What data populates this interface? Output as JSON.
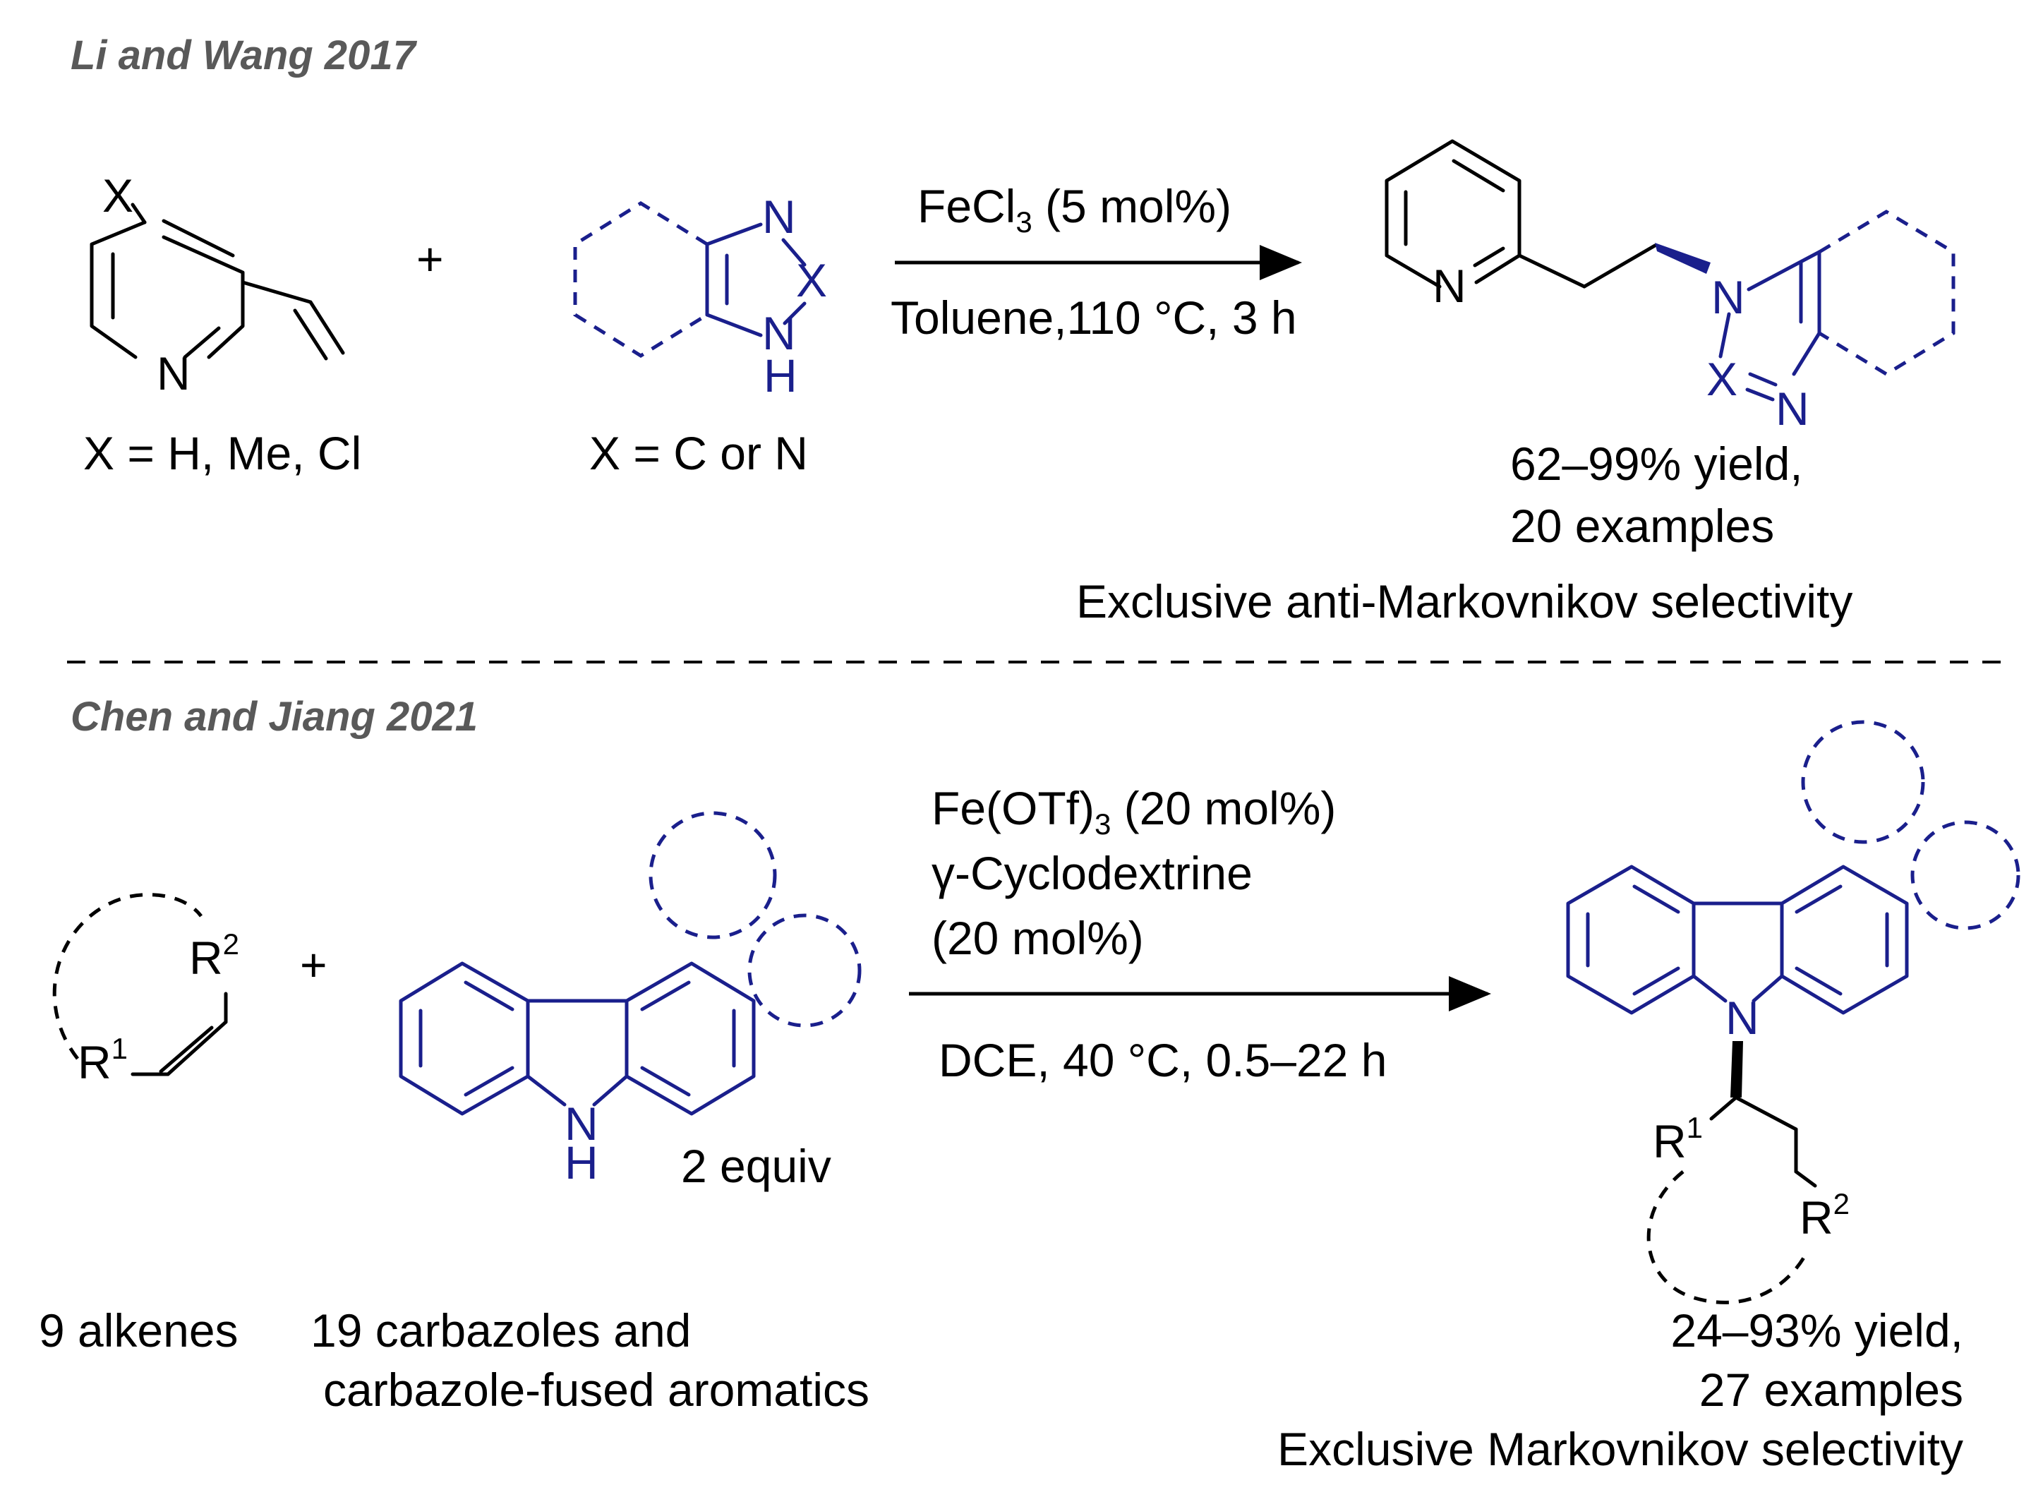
{
  "top": {
    "header": "Li and Wang 2017",
    "reactant1_substituent": "X",
    "reactant1_ring_atom": "N",
    "reactant1_note": "X = H, Me, Cl",
    "plus": "+",
    "reactant2_atoms": {
      "n_top": "N",
      "x": "X",
      "nh_n": "N",
      "nh_h": "H"
    },
    "reactant2_note": "X = C or N",
    "condition1_main": "FeCl",
    "condition1_sub": "3",
    "condition1_rest": " (5 mol%)",
    "condition2": "Toluene,110 °C, 3 h",
    "product_atoms": {
      "pyridine_n": "N",
      "n1": "N",
      "x": "X",
      "n3": "N"
    },
    "yield": "62–99% yield,",
    "examples": "20 examples",
    "selectivity": "Exclusive anti-Markovnikov selectivity"
  },
  "bottom": {
    "header": "Chen and Jiang 2021",
    "alkene_r2": "R",
    "alkene_r2_sup": "2",
    "alkene_r1": "R",
    "alkene_r1_sup": "1",
    "plus": "+",
    "carbazole_n": "N",
    "carbazole_h": "H",
    "equiv": "2 equiv",
    "condition1_main": "Fe(OTf)",
    "condition1_sub": "3",
    "condition1_rest": "  (20 mol%)",
    "condition2": "γ-Cyclodextrine",
    "condition3": "(20 mol%)",
    "condition4": "DCE, 40 °C, 0.5–22 h",
    "product_n": "N",
    "product_r1": "R",
    "product_r1_sup": "1",
    "product_r2": "R",
    "product_r2_sup": "2",
    "alkenes_count": "9 alkenes",
    "carbazoles_line1": "19 carbazoles and",
    "carbazoles_line2": "carbazole-fused aromatics",
    "yield": "24–93% yield,",
    "examples": "27 examples",
    "selectivity": "Exclusive Markovnikov selectivity"
  },
  "colors": {
    "reagent_blue": "#1a1f8c",
    "header_gray": "#595959",
    "black": "#000000"
  }
}
